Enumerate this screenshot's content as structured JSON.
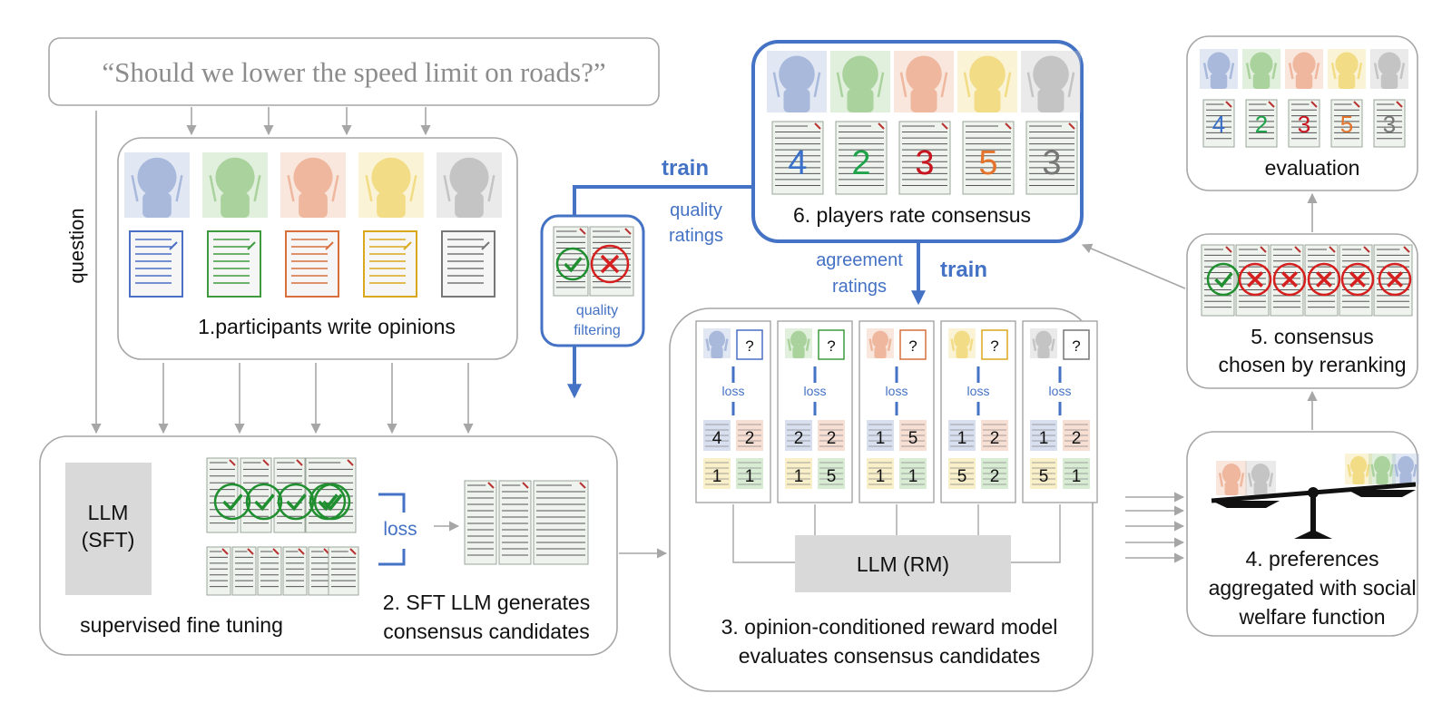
{
  "question": "“Should we lower the speed limit on roads?”",
  "question_side_label": "question",
  "participants_caption": "1.participants write opinions",
  "participant_colors": [
    "#a8b9dc",
    "#a9d29d",
    "#eeb79e",
    "#f2dc86",
    "#c4c4c4"
  ],
  "participant_stroke_colors": [
    "#4a6fc4",
    "#3f9a3f",
    "#d96f3d",
    "#d9a81c",
    "#777777"
  ],
  "sft": {
    "llm_box": "LLM\n(SFT)",
    "loss": "loss",
    "caption_left": "supervised fine tuning",
    "caption_right": "2. SFT LLM generates\nconsensus candidates"
  },
  "filter": {
    "train": "train",
    "quality_ratings": "quality\nratings",
    "caption": "quality\nfiltering"
  },
  "rate": {
    "caption": "6. players rate consensus",
    "scores": [
      "4",
      "2",
      "3",
      "5",
      "3"
    ],
    "score_colors": [
      "#3a6fc9",
      "#1fa34a",
      "#c8141e",
      "#e4742c",
      "#777777"
    ],
    "agreement": "agreement\nratings",
    "train": "train"
  },
  "rm": {
    "question_mark": "?",
    "loss": "loss",
    "llm_box": "LLM (RM)",
    "caption": "3. opinion-conditioned reward model\nevaluates consensus candidates",
    "columns": [
      [
        "4",
        "2",
        "1",
        "1"
      ],
      [
        "2",
        "2",
        "1",
        "5"
      ],
      [
        "1",
        "5",
        "1",
        "1"
      ],
      [
        "1",
        "2",
        "5",
        "2"
      ],
      [
        "1",
        "2",
        "5",
        "1"
      ]
    ]
  },
  "welfare": {
    "caption": "4. preferences\naggregated with social\nwelfare function"
  },
  "rerank": {
    "caption": "5. consensus\nchosen by reranking"
  },
  "evaluation": {
    "caption": "evaluation",
    "scores": [
      "4",
      "2",
      "3",
      "5",
      "3"
    ]
  },
  "colors": {
    "blue_accent": "#4472c4",
    "box_border": "#a6a6a6",
    "arrow_gray": "#a6a6a6",
    "llm_fill": "#d9d9d9",
    "check_green": "#1f8f2f",
    "cross_red": "#d61f1f"
  }
}
